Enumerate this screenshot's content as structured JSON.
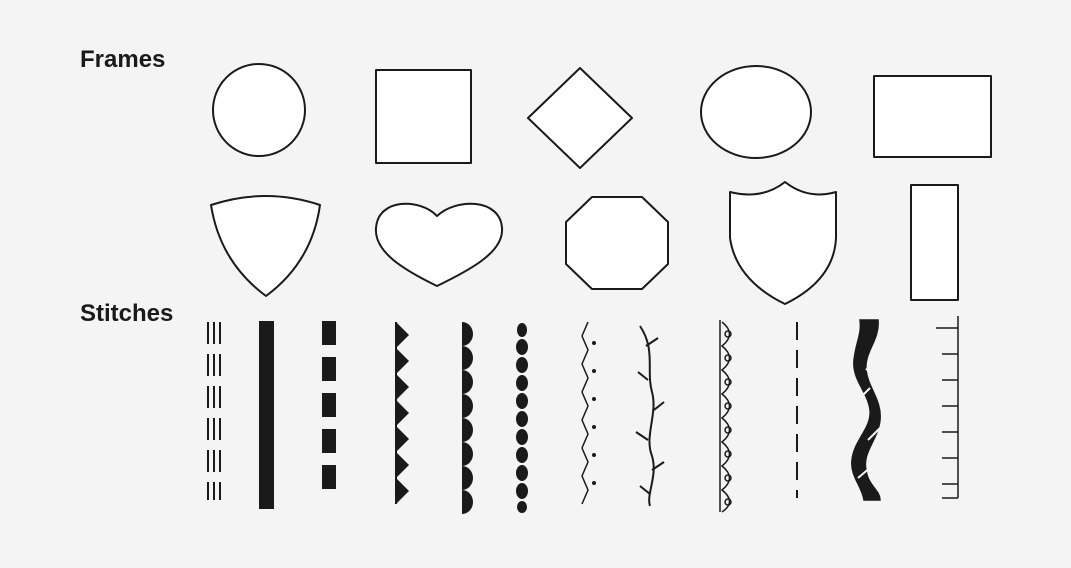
{
  "headings": {
    "frames": "Frames",
    "stitches": "Stitches"
  },
  "frames": [
    {
      "shape": "circle"
    },
    {
      "shape": "square"
    },
    {
      "shape": "diamond"
    },
    {
      "shape": "oval"
    },
    {
      "shape": "rectangle-landscape"
    },
    {
      "shape": "shield-pointed"
    },
    {
      "shape": "heart"
    },
    {
      "shape": "octagon"
    },
    {
      "shape": "crest"
    },
    {
      "shape": "rectangle-portrait"
    }
  ],
  "stitches": [
    {
      "pattern": "triple-dashed-lines"
    },
    {
      "pattern": "thick-solid-bar"
    },
    {
      "pattern": "dashed-blocks"
    },
    {
      "pattern": "triangles"
    },
    {
      "pattern": "scallops"
    },
    {
      "pattern": "beads"
    },
    {
      "pattern": "zigzag-dots"
    },
    {
      "pattern": "vine"
    },
    {
      "pattern": "loops"
    },
    {
      "pattern": "dashed-line"
    },
    {
      "pattern": "twisted-rope"
    },
    {
      "pattern": "ladder-ticks"
    }
  ],
  "colors": {
    "background": "#f4f4f4",
    "ink": "#1a1a1a",
    "fill": "#ffffff"
  }
}
